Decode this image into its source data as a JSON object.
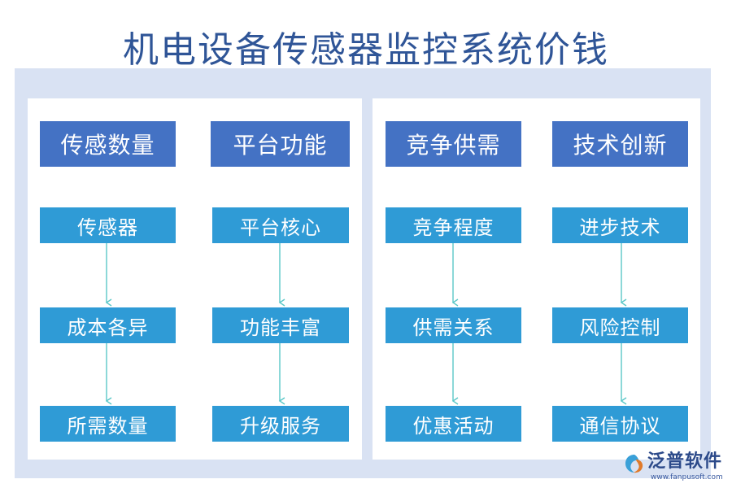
{
  "title": "机电设备传感器监控系统价钱",
  "columns": [
    {
      "header": "传感数量",
      "nodes": [
        "传感器",
        "成本各异",
        "所需数量"
      ]
    },
    {
      "header": "平台功能",
      "nodes": [
        "平台核心",
        "功能丰富",
        "升级服务"
      ]
    },
    {
      "header": "竞争供需",
      "nodes": [
        "竞争程度",
        "供需关系",
        "优惠活动"
      ]
    },
    {
      "header": "技术创新",
      "nodes": [
        "进步技术",
        "风险控制",
        "通信协议"
      ]
    }
  ],
  "logo": {
    "text": "泛普软件",
    "url": "www.fanpusoft.com"
  },
  "colors": {
    "title": "#2f5597",
    "header": "#4472c4",
    "node": "#2f9bd6",
    "arrow": "#5bc8c8",
    "frame": "#d9e2f3"
  }
}
